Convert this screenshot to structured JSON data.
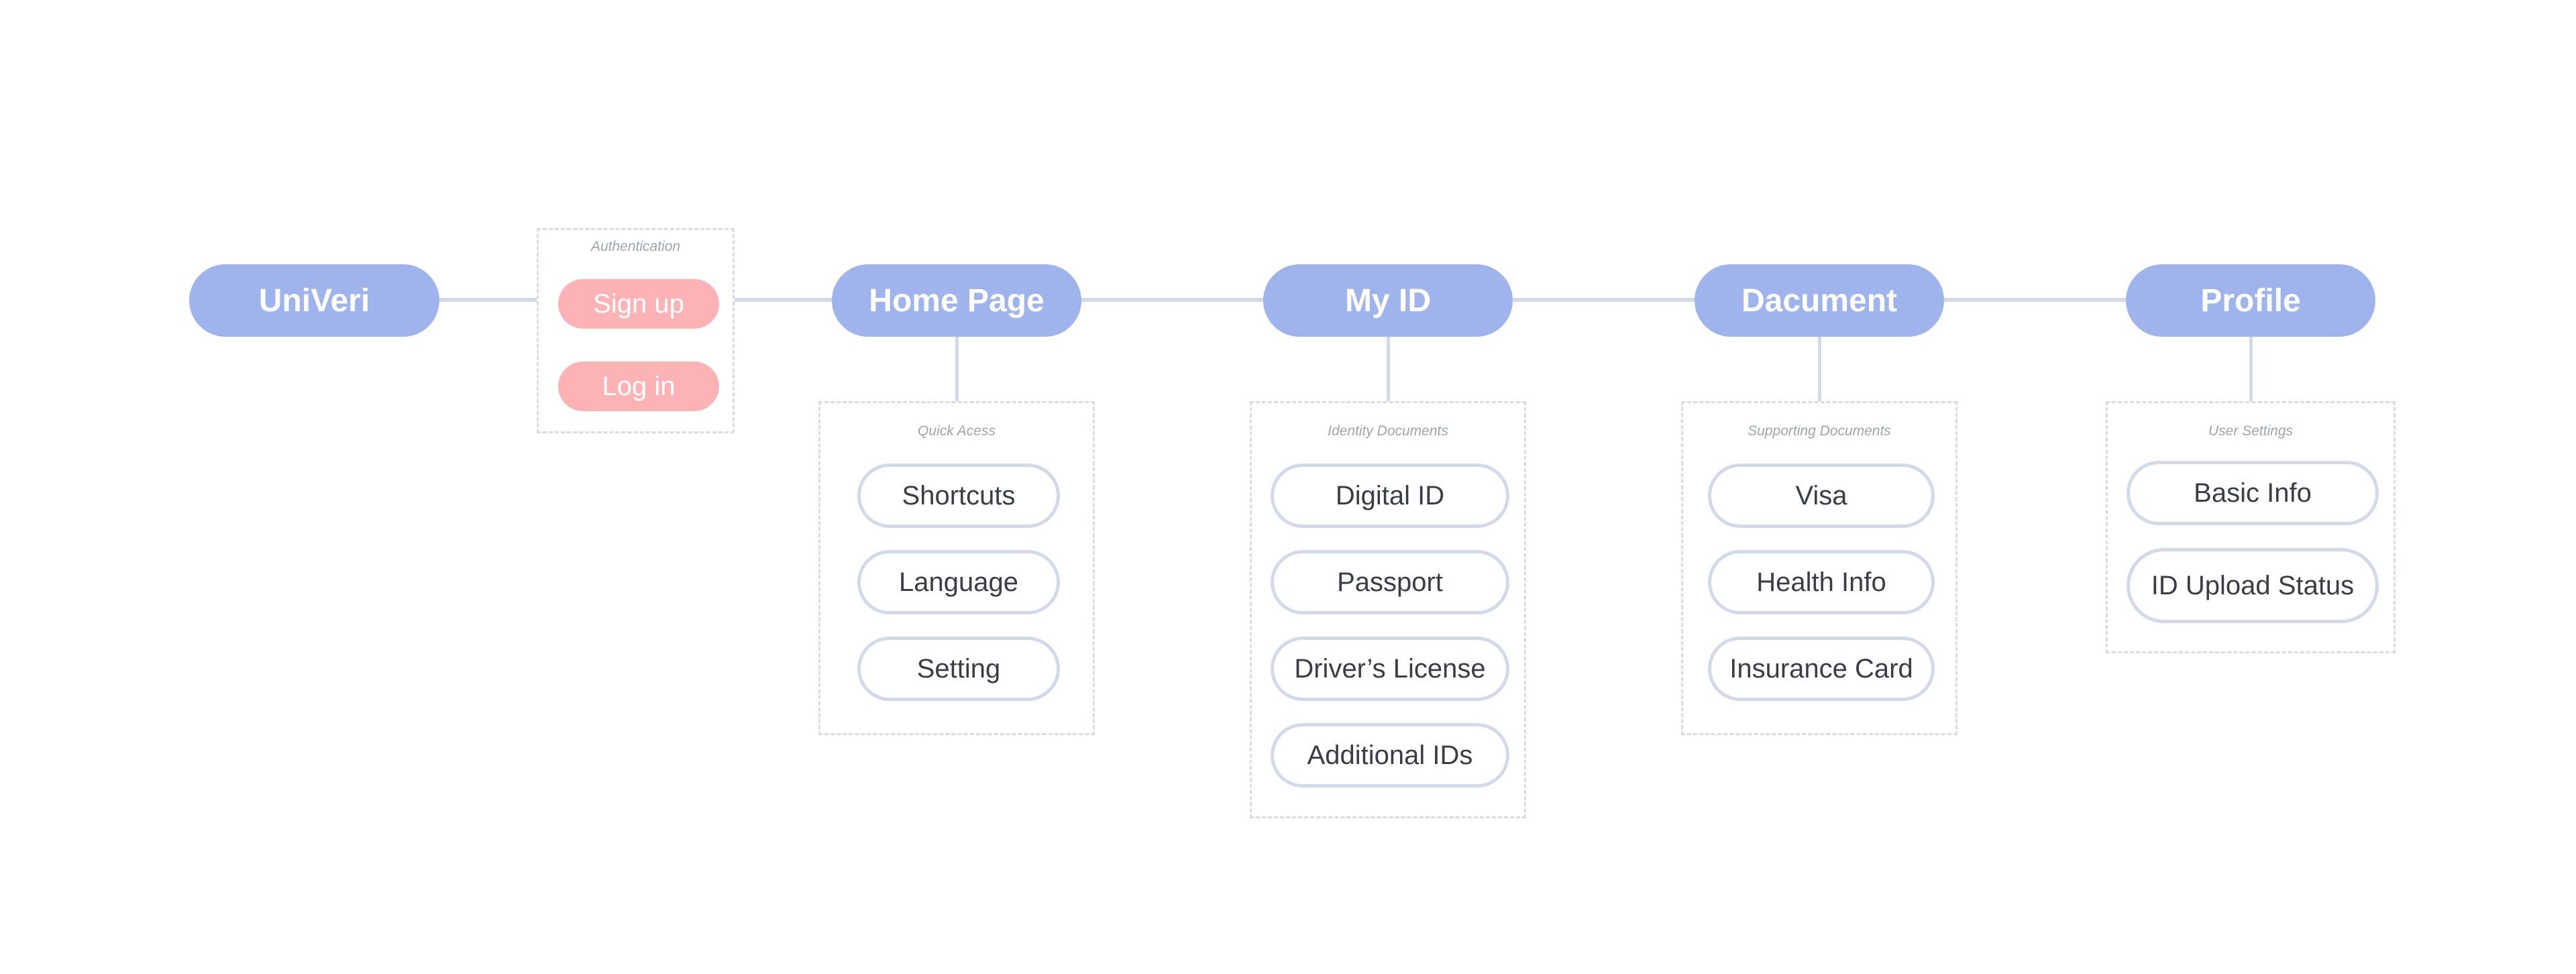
{
  "nodes": {
    "univeri": "UniVeri",
    "home_page": "Home Page",
    "my_id": "My ID",
    "document": "Dacument",
    "profile": "Profile"
  },
  "authentication": {
    "title": "Authentication",
    "sign_up": "Sign up",
    "log_in": "Log in"
  },
  "quick_access": {
    "title": "Quick Acess",
    "items": [
      "Shortcuts",
      "Language",
      "Setting"
    ]
  },
  "identity_documents": {
    "title": "Identity Documents",
    "items": [
      "Digital ID",
      "Passport",
      "Driver’s License",
      "Additional IDs"
    ]
  },
  "supporting_documents": {
    "title": "Supporting Documents",
    "items": [
      "Visa",
      "Health Info",
      "Insurance Card"
    ]
  },
  "user_settings": {
    "title": "User Settings",
    "items": [
      "Basic Info",
      "ID Upload Status"
    ]
  },
  "colors": {
    "node_fill": "#9fb4ec",
    "auth_button_fill": "#fdb3b6",
    "connector": "#d3d9e9",
    "dashed_border": "#d9dce4",
    "item_text": "#3a3d45"
  }
}
